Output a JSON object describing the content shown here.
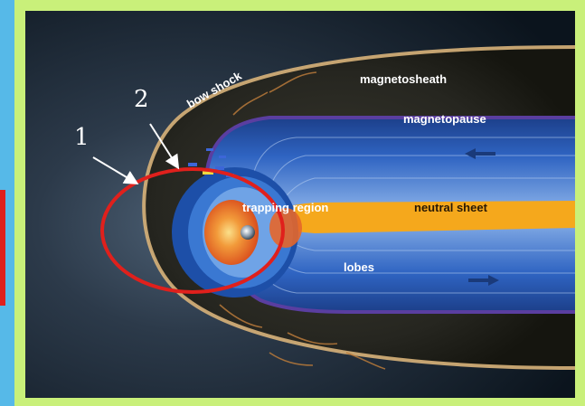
{
  "labels": {
    "bow_shock": "bow shock",
    "magnetosheath": "magnetosheath",
    "magnetopause": "magnetopause",
    "trapping_region": "trapping region",
    "neutral_sheet": "neutral sheet",
    "lobes": "lobes"
  },
  "markers": {
    "marker_1": "1",
    "marker_2": "2"
  },
  "colors": {
    "background": "#c9f07a",
    "accent_strip": "#56b9e8",
    "highlight_circle": "#e0201c",
    "magnetosphere_blue": "#1a4fa3",
    "neutral_sheet": "#f5a81c",
    "bow_shock": "#d8b27a"
  }
}
